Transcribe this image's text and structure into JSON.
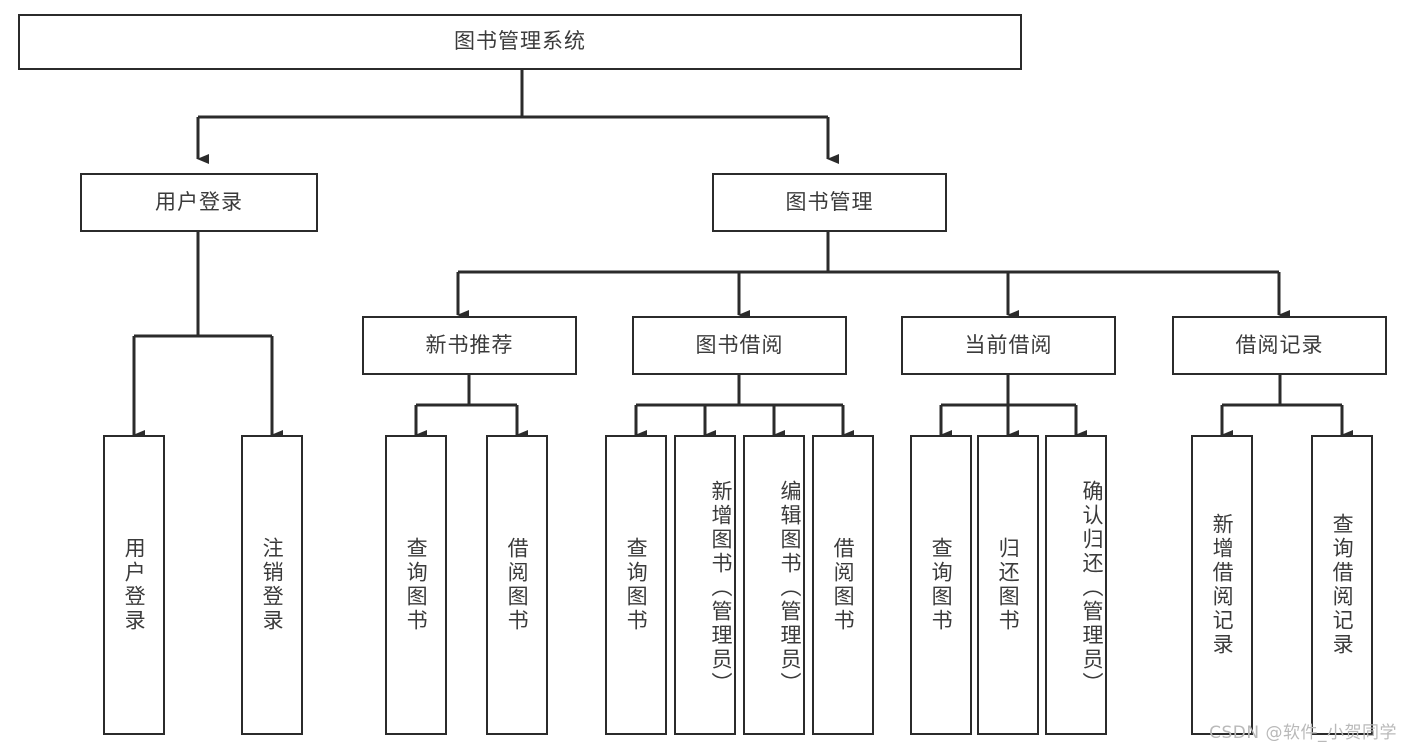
{
  "diagram": {
    "title": "图书管理系统",
    "type": "tree-hierarchy-chart",
    "line_color": "#2b2b2b",
    "text_color": "#3b3b3b",
    "background_color": "#ffffff"
  },
  "root": {
    "label": "图书管理系统"
  },
  "level2": [
    {
      "label": "用户登录"
    },
    {
      "label": "图书管理"
    }
  ],
  "level3": [
    {
      "label": "新书推荐"
    },
    {
      "label": "图书借阅"
    },
    {
      "label": "当前借阅"
    },
    {
      "label": "借阅记录"
    }
  ],
  "leaves": {
    "user_login": [
      {
        "label": "用户登录"
      },
      {
        "label": "注销登录"
      }
    ],
    "new_book_recommend": [
      {
        "label": "查询图书"
      },
      {
        "label": "借阅图书"
      }
    ],
    "book_borrow": [
      {
        "label": "查询图书"
      },
      {
        "label": "新增图书（管理员）"
      },
      {
        "label": "编辑图书（管理员）"
      },
      {
        "label": "借阅图书"
      }
    ],
    "current_borrow": [
      {
        "label": "查询图书"
      },
      {
        "label": "归还图书"
      },
      {
        "label": "确认归还（管理员）"
      }
    ],
    "borrow_record": [
      {
        "label": "新增借阅记录"
      },
      {
        "label": "查询借阅记录"
      }
    ]
  },
  "watermark": {
    "text": "CSDN @软件_小贺同学"
  }
}
